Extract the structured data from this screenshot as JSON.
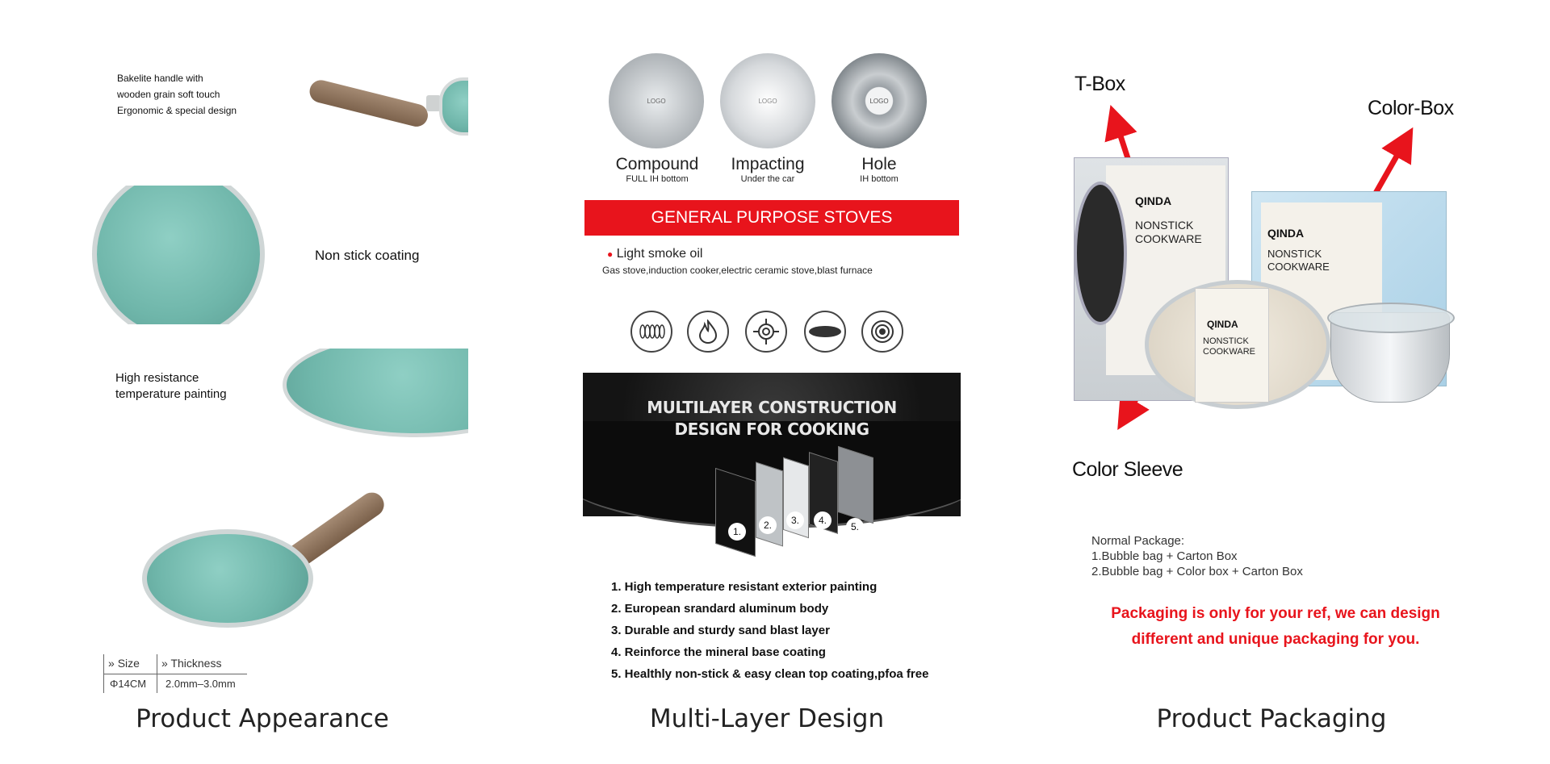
{
  "panel_appearance": {
    "handle_note": [
      "Bakelite handle with",
      "wooden grain soft touch",
      "Ergonomic & special design"
    ],
    "coating_note": "Non stick coating",
    "paint_note": [
      "High resistance",
      "temperature painting"
    ],
    "spec_headers": [
      "Size",
      "Thickness"
    ],
    "spec_values": [
      "Φ14CM",
      "2.0mm–3.0mm"
    ],
    "caption": "Product Appearance"
  },
  "panel_multilayer": {
    "bottoms": [
      {
        "name": "Compound",
        "sub": "FULL IH bottom",
        "logo": "LOGO"
      },
      {
        "name": "Impacting",
        "sub": "Under the car",
        "logo": "LOGO"
      },
      {
        "name": "Hole",
        "sub": "IH bottom",
        "logo": "LOGO"
      }
    ],
    "banner": "GENERAL PURPOSE STOVES",
    "smoke": "Light smoke oil",
    "stoves": "Gas stove,induction cooker,electric ceramic stove,blast furnace",
    "stove_icons": [
      "induction-coil-icon",
      "gas-flame-icon",
      "gas-burner-icon",
      "ceramic-plate-icon",
      "electric-stove-icon"
    ],
    "construction_title": [
      "MULTILAYER CONSTRUCTION",
      "DESIGN FOR COOKING"
    ],
    "layer_numbers": [
      "1.",
      "2.",
      "3.",
      "4.",
      "5."
    ],
    "layers": [
      "1. High temperature resistant exterior painting",
      "2. European srandard aluminum body",
      "3. Durable and sturdy sand blast layer",
      "4. Reinforce the mineral base coating",
      "5. Healthly non-stick & easy clean top coating,pfoa free"
    ],
    "caption": "Multi-Layer Design"
  },
  "panel_packaging": {
    "label_tbox": "T-Box",
    "label_colorbox": "Color-Box",
    "label_sleeve": "Color Sleeve",
    "brand": "QINDA",
    "box_text": [
      "NONSTICK",
      "COOKWARE"
    ],
    "sleeve_text": [
      "NONSTICK",
      "COOKWARE"
    ],
    "package_lines": [
      "Normal Package:",
      "1.Bubble bag + Carton Box",
      "2.Bubble bag + Color box + Carton Box"
    ],
    "red_note": [
      "Packaging is only for your ref, we can design",
      "different and unique packaging for you."
    ],
    "caption": "Product Packaging",
    "accent": "#e8141c"
  }
}
